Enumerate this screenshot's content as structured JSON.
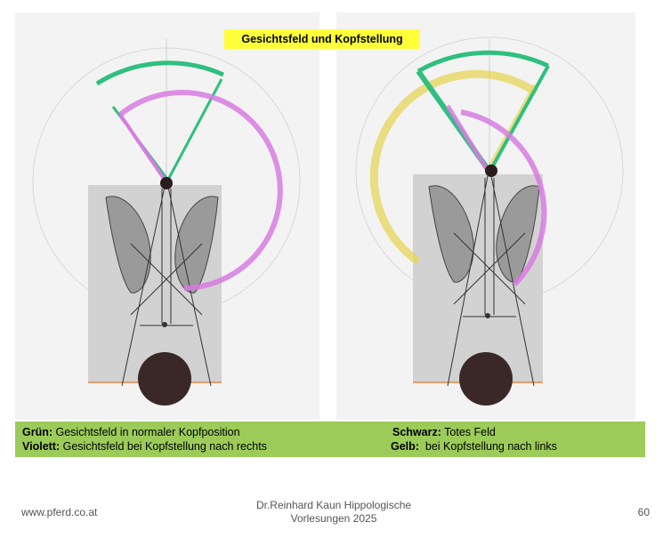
{
  "slide": {
    "title": "Gesichtsfeld und Kopfstellung"
  },
  "legend": {
    "items": [
      {
        "label": "Grün",
        "sep": ":",
        "text": " Gesichtsfeld in normaler Kopfposition"
      },
      {
        "label": "Violett",
        "sep": ":",
        "text": " Gesichtsfeld bei Kopfstellung nach rechts"
      },
      {
        "label": "Schwarz:",
        "sep": "",
        "text": " Totes Feld"
      },
      {
        "label": "Gelb:",
        "sep": "",
        "text": "  bei Kopfstellung nach links"
      }
    ]
  },
  "footer": {
    "url": "www.pferd.co.at",
    "author_line1": "Dr.Reinhard Kaun Hippologische",
    "author_line2": "Vorlesungen 2025",
    "page": "60"
  },
  "colors": {
    "green": "#2fbf7e",
    "violet": "#d77be0",
    "yellow": "#e6d65a",
    "black": "#2a1c1c",
    "title_bg": "#ffff3a",
    "legend_bg": "#9ccb5a"
  }
}
